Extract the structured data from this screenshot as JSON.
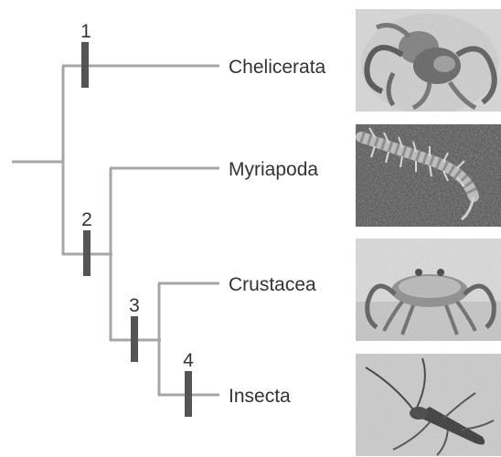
{
  "taxa": [
    {
      "label": "Chelicerata",
      "photo": "spider-photo"
    },
    {
      "label": "Myriapoda",
      "photo": "centipede-photo"
    },
    {
      "label": "Crustacea",
      "photo": "crab-photo"
    },
    {
      "label": "Insecta",
      "photo": "beetle-photo"
    }
  ],
  "markers": [
    "1",
    "2",
    "3",
    "4"
  ],
  "colors": {
    "branch": "#a6a6a6",
    "marker": "#555555",
    "text": "#333333"
  }
}
